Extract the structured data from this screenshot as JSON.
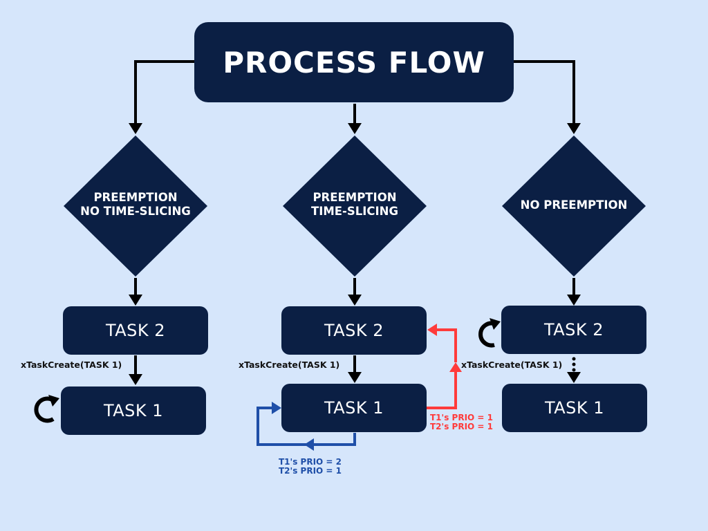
{
  "title": "PROCESS FLOW",
  "colors": {
    "background": "#d6e6fb",
    "box": "#0b1f44",
    "arrow": "#000000",
    "red_arrow": "#ff3b3b",
    "blue_arrow": "#1f4fa8"
  },
  "columns": [
    {
      "condition": [
        "PREEMPTION",
        "NO TIME-SLICING"
      ],
      "task_top": "TASK 2",
      "call": "xTaskCreate(TASK 1)",
      "task_bottom": "TASK 1"
    },
    {
      "condition": [
        "PREEMPTION",
        "TIME-SLICING"
      ],
      "task_top": "TASK 2",
      "call": "xTaskCreate(TASK 1)",
      "task_bottom": "TASK 1",
      "red_note": [
        "T1's PRIO = 1",
        "T2's PRIO = 1"
      ],
      "blue_note": [
        "T1's PRIO = 2",
        "T2's PRIO = 1"
      ]
    },
    {
      "condition": [
        "NO PREEMPTION"
      ],
      "task_top": "TASK 2",
      "call": "xTaskCreate(TASK 1)",
      "task_bottom": "TASK 1"
    }
  ]
}
